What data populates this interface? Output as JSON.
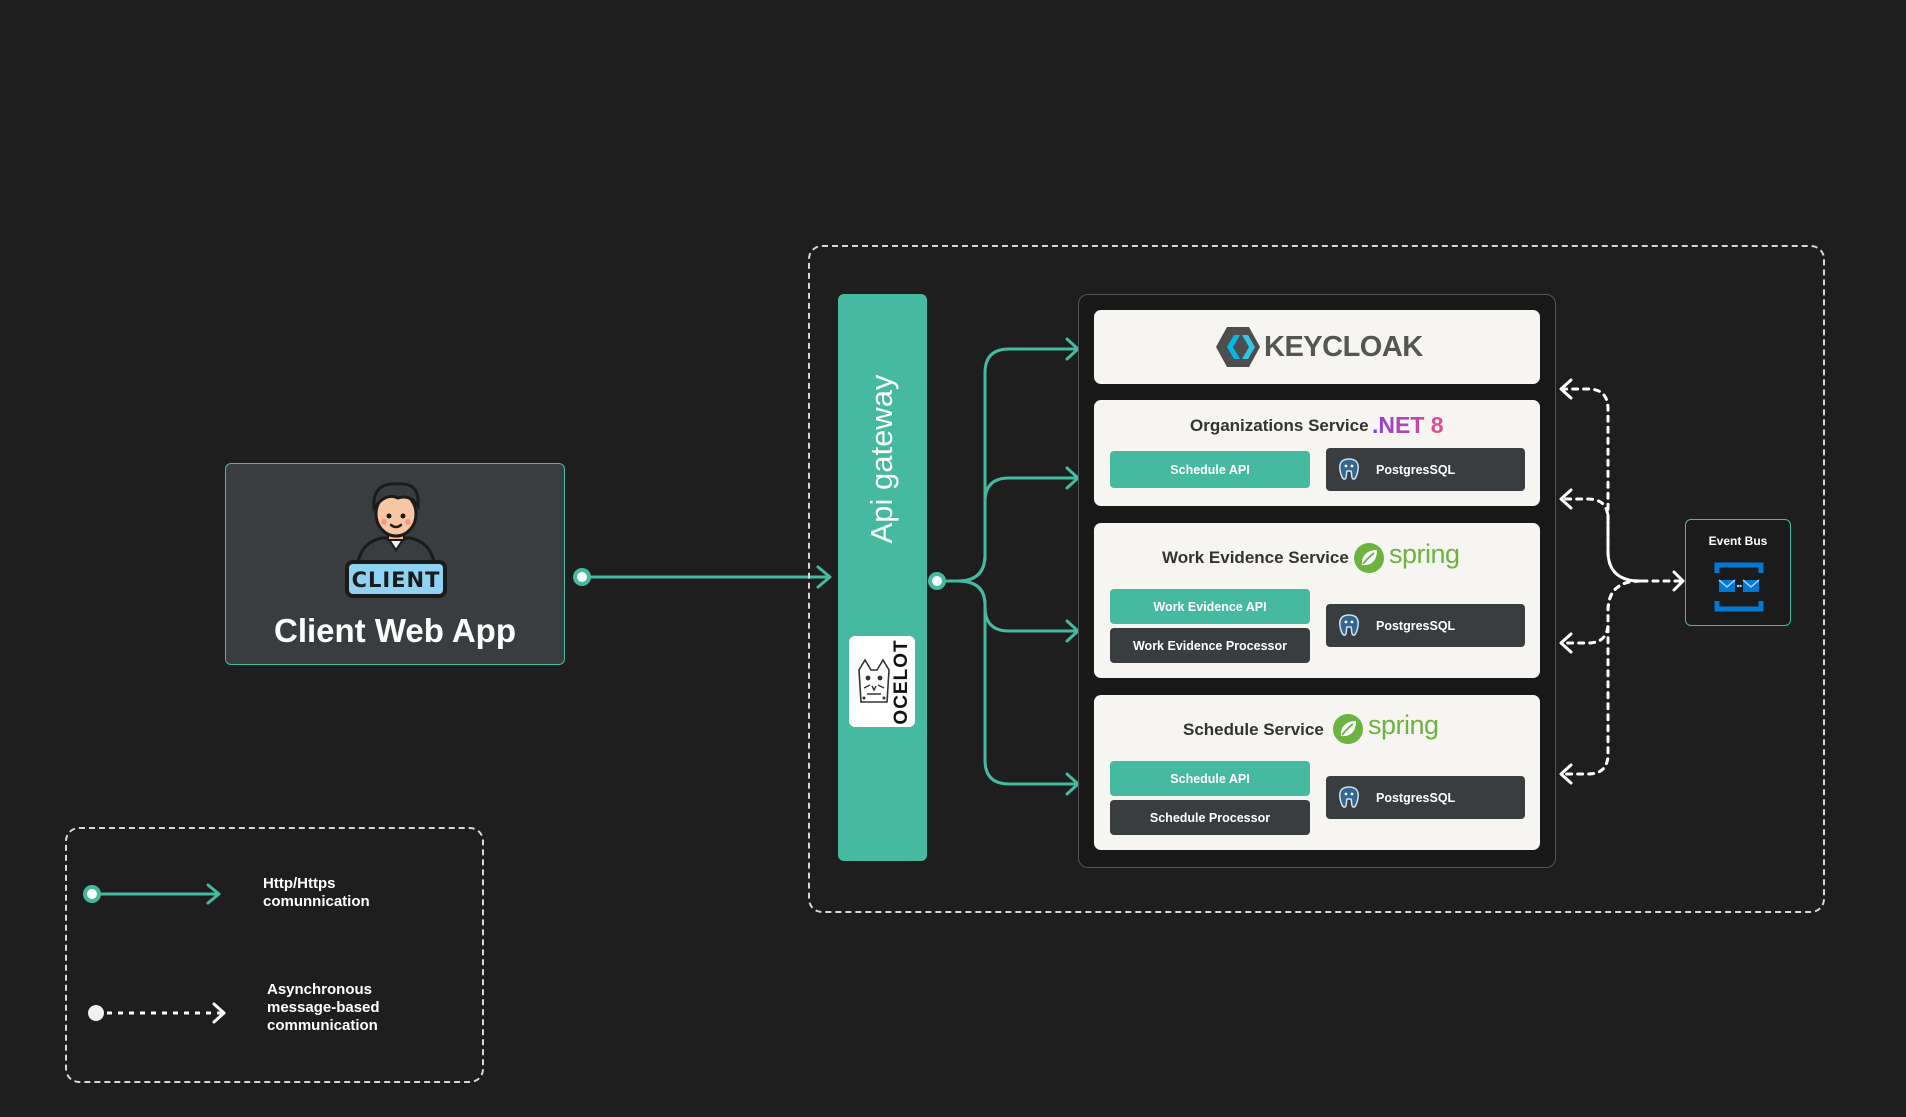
{
  "client": {
    "badge": "CLIENT",
    "title": "Client Web App"
  },
  "gateway": {
    "label": "Api gateway",
    "badge": "OCELOT"
  },
  "keycloak": {
    "label": "KEYCLOAK"
  },
  "services": [
    {
      "title": "Organizations Service",
      "tech": ".NET 8",
      "modules": [
        "Schedule API"
      ],
      "database": "PostgresSQL"
    },
    {
      "title": "Work Evidence Service",
      "tech": "spring",
      "modules": [
        "Work Evidence API",
        "Work Evidence Processor"
      ],
      "database": "PostgresSQL"
    },
    {
      "title": "Schedule Service",
      "tech": "spring",
      "modules": [
        "Schedule API",
        "Schedule Processor"
      ],
      "database": "PostgresSQL"
    }
  ],
  "event_bus": {
    "label": "Event Bus"
  },
  "legend": {
    "http": [
      "Http/Https",
      "comunnication"
    ],
    "async": [
      "Asynchronous",
      "message-based",
      "communication"
    ]
  },
  "colors": {
    "background": "#1e1e1e",
    "accent": "#46b9a1",
    "card": "#f6f5f2",
    "dark_pill": "#3a3d3f",
    "spring": "#6db33f"
  },
  "icons": [
    "client-avatar-icon",
    "ocelot-logo-icon",
    "keycloak-logo-icon",
    "postgresql-icon",
    "spring-leaf-icon",
    "event-bus-icon"
  ]
}
